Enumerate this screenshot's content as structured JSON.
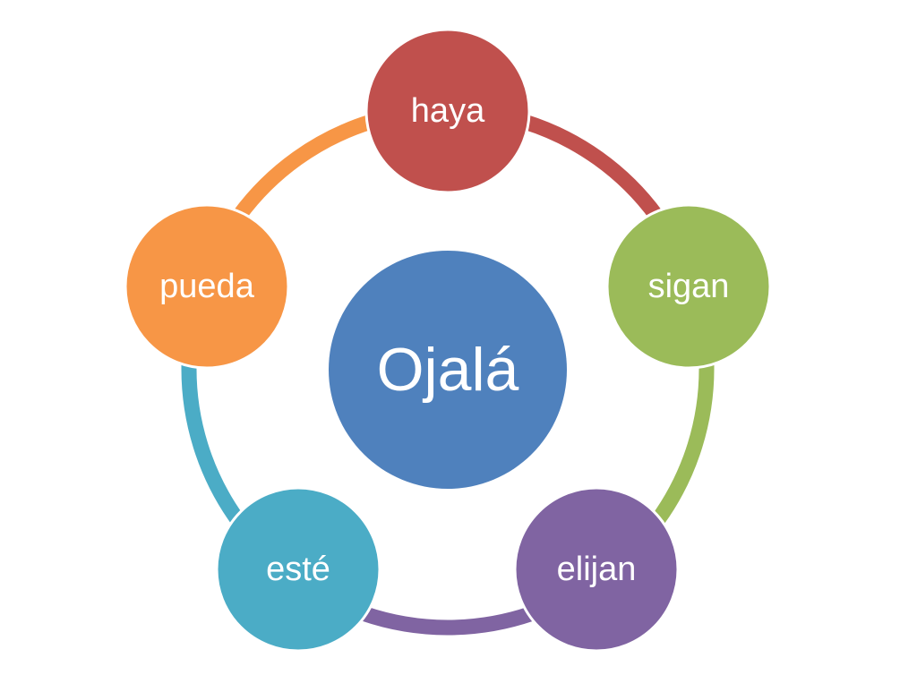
{
  "diagram": {
    "center": {
      "label": "Ojalá",
      "color": "#4f81bd"
    },
    "nodes": [
      {
        "label": "haya",
        "color": "#c0504d"
      },
      {
        "label": "sigan",
        "color": "#9bbb59"
      },
      {
        "label": "elijan",
        "color": "#8064a2"
      },
      {
        "label": "esté",
        "color": "#4bacc6"
      },
      {
        "label": "pueda",
        "color": "#f79646"
      }
    ]
  }
}
